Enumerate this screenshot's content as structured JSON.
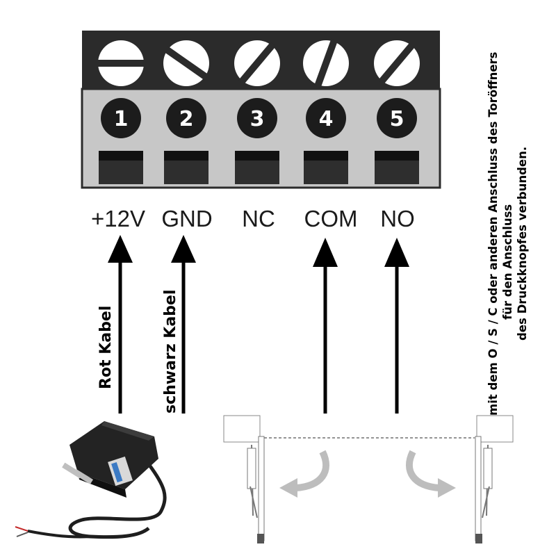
{
  "terminals": [
    {
      "number": "1",
      "label": "+12V",
      "screw": "horizontal"
    },
    {
      "number": "2",
      "label": "GND",
      "screw": "diag-down"
    },
    {
      "number": "3",
      "label": "NC",
      "screw": "diag-up"
    },
    {
      "number": "4",
      "label": "COM",
      "screw": "near-vertical"
    },
    {
      "number": "5",
      "label": "NO",
      "screw": "diag-up"
    }
  ],
  "wires": {
    "red": "Rot Kabel",
    "black": "schwarz Kabel"
  },
  "note": {
    "line1": "mit dem O / S / C oder anderen Anschluss des Toröffners",
    "line2": "für den Anschluss",
    "line3": "des Druckknopfes verbunden."
  },
  "colors": {
    "block_top": "#2b2b2b",
    "block_body": "#c7c7c7",
    "badge": "#1c1c1c",
    "arrow": "#000000",
    "door_arrow": "#bdbdbd",
    "adapter": "#232323"
  },
  "icons": {
    "adapter": "power-adapter-icon",
    "gate": "gate-opener-icon"
  }
}
